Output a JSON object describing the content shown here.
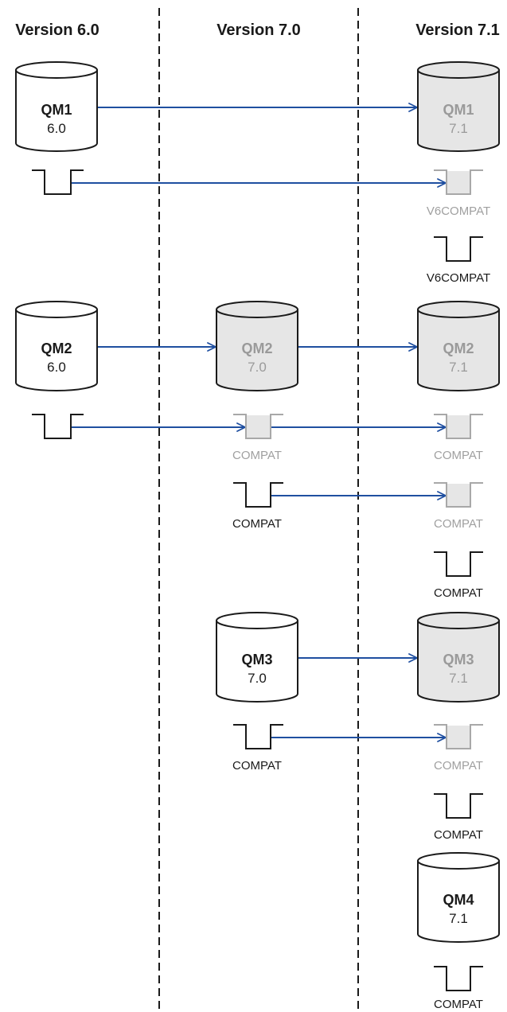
{
  "headers": {
    "v60": "Version 6.0",
    "v70": "Version 7.0",
    "v71": "Version 7.1"
  },
  "colors": {
    "arrow": "#1f4fa0",
    "active_stroke": "#1a1a1a",
    "faded_stroke": "#a8a8a8",
    "faded_fill": "#e6e6e6",
    "faded_text": "#a0a0a0",
    "divider": "#1a1a1a"
  },
  "queue_managers": {
    "qm1_v60": {
      "name": "QM1",
      "version": "6.0"
    },
    "qm1_v71": {
      "name": "QM1",
      "version": "7.1"
    },
    "qm2_v60": {
      "name": "QM2",
      "version": "6.0"
    },
    "qm2_v70": {
      "name": "QM2",
      "version": "7.0"
    },
    "qm2_v71": {
      "name": "QM2",
      "version": "7.1"
    },
    "qm3_v70": {
      "name": "QM3",
      "version": "7.0"
    },
    "qm3_v71": {
      "name": "QM3",
      "version": "7.1"
    },
    "qm4_v71": {
      "name": "QM4",
      "version": "7.1"
    }
  },
  "packages": {
    "p1_v71_migrated": "V6COMPAT",
    "p1_v71_new": "V6COMPAT",
    "p2_v70_migrated": "COMPAT",
    "p2_v71_migrated": "COMPAT",
    "p2_v70_new": "COMPAT",
    "p2_v71_from_v70": "COMPAT",
    "p2_v71_new": "COMPAT",
    "p3_v70": "COMPAT",
    "p3_v71_migrated": "COMPAT",
    "p3_v71_new": "COMPAT",
    "p4_v71": "COMPAT"
  }
}
